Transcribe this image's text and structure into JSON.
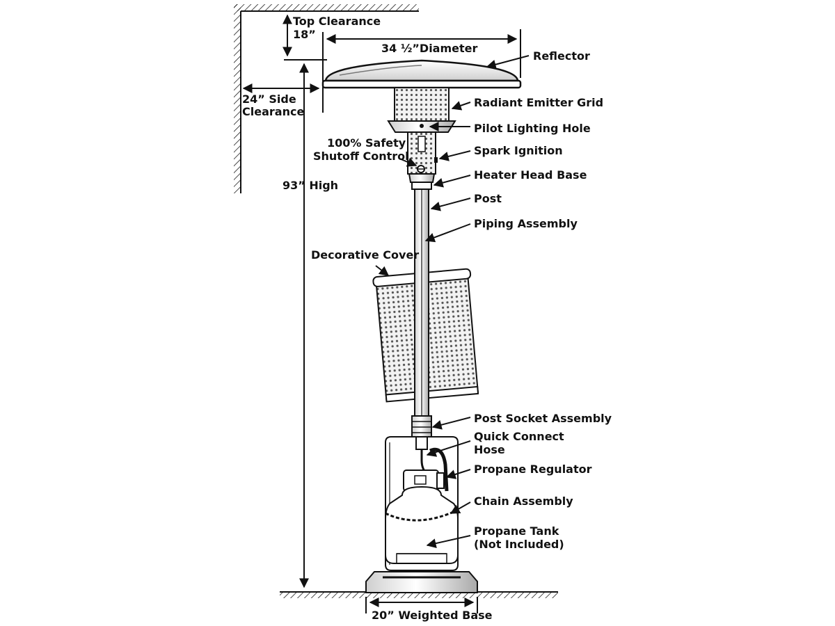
{
  "colors": {
    "ink": "#111111",
    "metal_light": "#e9e9e9",
    "metal_mid": "#bdbdbd",
    "background": "#ffffff"
  },
  "dimensions": {
    "top_clearance": "Top Clearance",
    "top_clearance_value": "18”",
    "diameter": "34 ½”Diameter",
    "side_clearance_line1": "24” Side",
    "side_clearance_line2": "Clearance",
    "height": "93” High",
    "base": "20” Weighted Base"
  },
  "labels": {
    "reflector": "Reflector",
    "radiant_emitter_grid": "Radiant Emitter Grid",
    "pilot_lighting_hole": "Pilot Lighting Hole",
    "safety_line1": "100% Safety",
    "safety_line2": "Shutoff Control",
    "spark_ignition": "Spark Ignition",
    "heater_head_base": "Heater Head Base",
    "post": "Post",
    "piping_assembly": "Piping Assembly",
    "decorative_cover": "Decorative Cover",
    "post_socket_assembly": "Post Socket Assembly",
    "quick_connect_line1": "Quick Connect",
    "quick_connect_line2": "Hose",
    "propane_regulator": "Propane Regulator",
    "chain_assembly": "Chain Assembly",
    "propane_tank_line1": "Propane Tank",
    "propane_tank_line2": "(Not Included)"
  }
}
